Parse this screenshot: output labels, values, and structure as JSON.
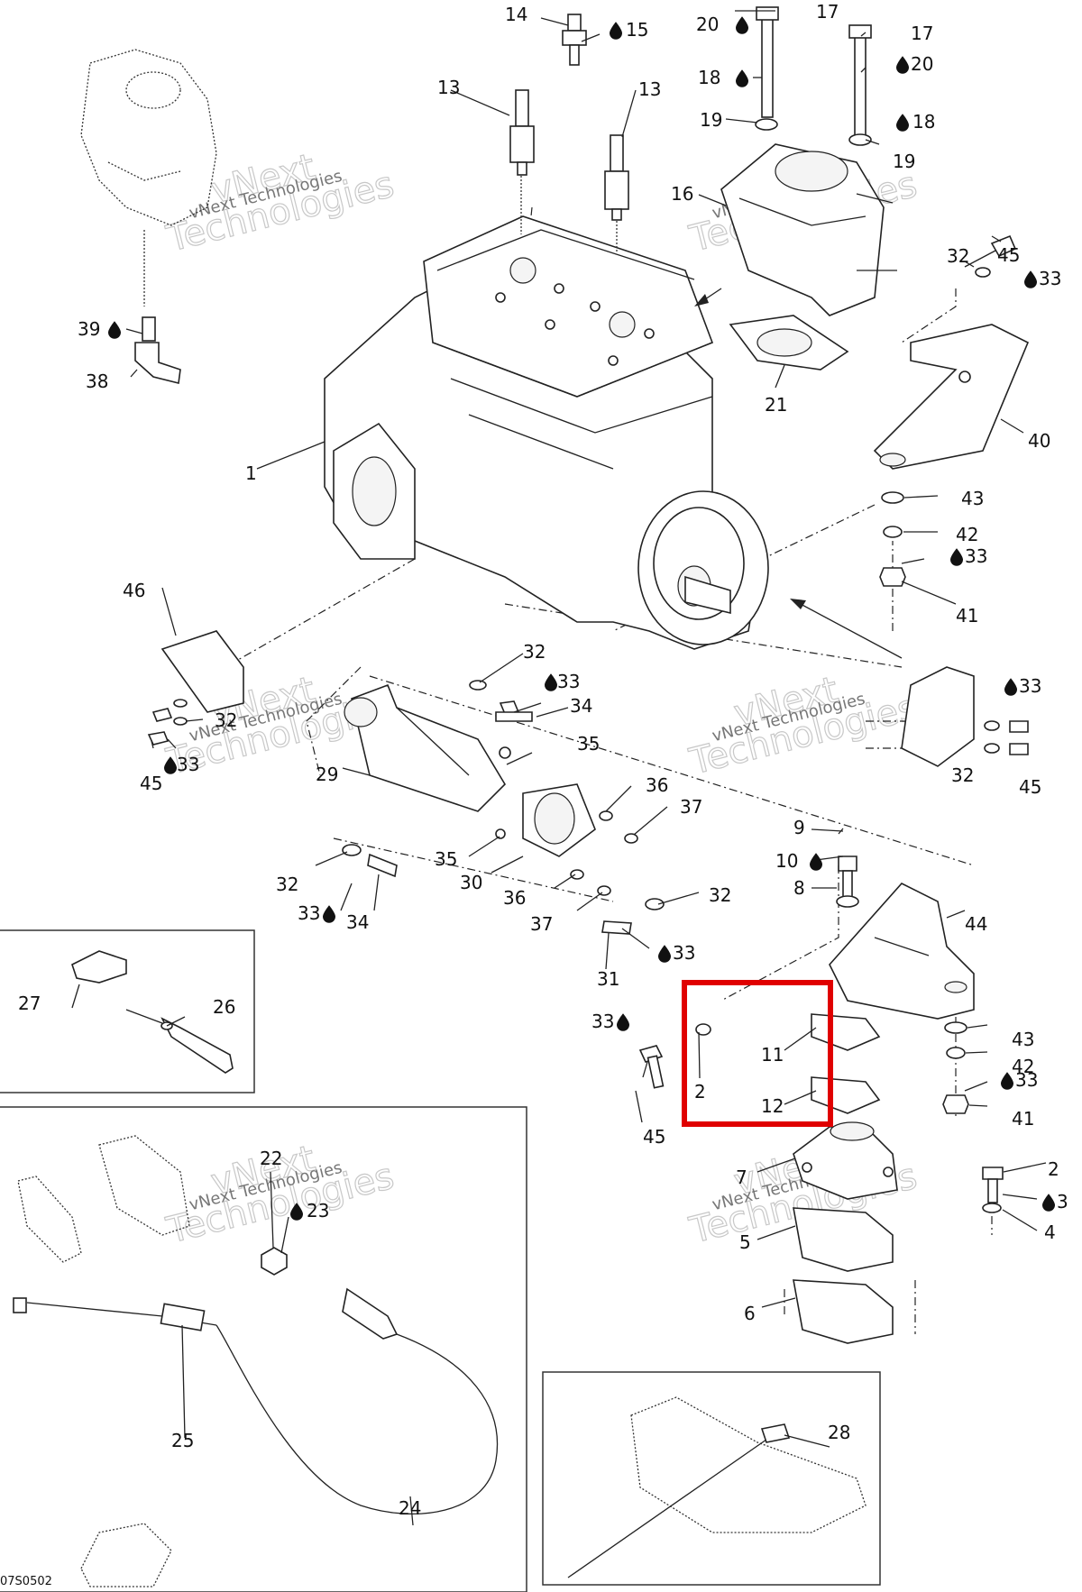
{
  "diagram_code": "07S0502",
  "watermark": {
    "line1": "vNext",
    "line2": "Technologies",
    "small": "vNext Technologies"
  },
  "colors": {
    "line": "#222222",
    "highlight": "#e00000",
    "watermark": "#c8c8c8"
  },
  "callouts": [
    {
      "id": "c1",
      "text": "1"
    },
    {
      "id": "c2a",
      "text": "2"
    },
    {
      "id": "c2b",
      "text": "2"
    },
    {
      "id": "c3",
      "text": "3"
    },
    {
      "id": "c4",
      "text": "4"
    },
    {
      "id": "c5",
      "text": "5"
    },
    {
      "id": "c6",
      "text": "6"
    },
    {
      "id": "c7",
      "text": "7"
    },
    {
      "id": "c8",
      "text": "8"
    },
    {
      "id": "c9",
      "text": "9"
    },
    {
      "id": "c10",
      "text": "10"
    },
    {
      "id": "c11",
      "text": "11"
    },
    {
      "id": "c12",
      "text": "12"
    },
    {
      "id": "c13a",
      "text": "13"
    },
    {
      "id": "c13b",
      "text": "13"
    },
    {
      "id": "c14",
      "text": "14"
    },
    {
      "id": "c15",
      "text": "15"
    },
    {
      "id": "c16",
      "text": "16"
    },
    {
      "id": "c17a",
      "text": "17"
    },
    {
      "id": "c17b",
      "text": "17"
    },
    {
      "id": "c18a",
      "text": "18"
    },
    {
      "id": "c18b",
      "text": "18"
    },
    {
      "id": "c19a",
      "text": "19"
    },
    {
      "id": "c19b",
      "text": "19"
    },
    {
      "id": "c20a",
      "text": "20"
    },
    {
      "id": "c20b",
      "text": "20"
    },
    {
      "id": "c21",
      "text": "21"
    },
    {
      "id": "c22",
      "text": "22"
    },
    {
      "id": "c23",
      "text": "23"
    },
    {
      "id": "c24",
      "text": "24"
    },
    {
      "id": "c25",
      "text": "25"
    },
    {
      "id": "c26",
      "text": "26"
    },
    {
      "id": "c27",
      "text": "27"
    },
    {
      "id": "c28",
      "text": "28"
    },
    {
      "id": "c29",
      "text": "29"
    },
    {
      "id": "c30",
      "text": "30"
    },
    {
      "id": "c31",
      "text": "31"
    },
    {
      "id": "c32a",
      "text": "32"
    },
    {
      "id": "c32b",
      "text": "32"
    },
    {
      "id": "c32c",
      "text": "32"
    },
    {
      "id": "c32d",
      "text": "32"
    },
    {
      "id": "c32e",
      "text": "32"
    },
    {
      "id": "c32f",
      "text": "32"
    },
    {
      "id": "c33a",
      "text": "33"
    },
    {
      "id": "c33b",
      "text": "33"
    },
    {
      "id": "c33c",
      "text": "33"
    },
    {
      "id": "c33d",
      "text": "33"
    },
    {
      "id": "c33e",
      "text": "33"
    },
    {
      "id": "c33f",
      "text": "33"
    },
    {
      "id": "c33g",
      "text": "33"
    },
    {
      "id": "c33h",
      "text": "33"
    },
    {
      "id": "c33i",
      "text": "33"
    },
    {
      "id": "c34a",
      "text": "34"
    },
    {
      "id": "c34b",
      "text": "34"
    },
    {
      "id": "c35a",
      "text": "35"
    },
    {
      "id": "c35b",
      "text": "35"
    },
    {
      "id": "c36a",
      "text": "36"
    },
    {
      "id": "c36b",
      "text": "36"
    },
    {
      "id": "c37a",
      "text": "37"
    },
    {
      "id": "c37b",
      "text": "37"
    },
    {
      "id": "c38",
      "text": "38"
    },
    {
      "id": "c39",
      "text": "39"
    },
    {
      "id": "c40",
      "text": "40"
    },
    {
      "id": "c41a",
      "text": "41"
    },
    {
      "id": "c41b",
      "text": "41"
    },
    {
      "id": "c42a",
      "text": "42"
    },
    {
      "id": "c42b",
      "text": "42"
    },
    {
      "id": "c43a",
      "text": "43"
    },
    {
      "id": "c43b",
      "text": "43"
    },
    {
      "id": "c44",
      "text": "44"
    },
    {
      "id": "c45a",
      "text": "45"
    },
    {
      "id": "c45b",
      "text": "45"
    },
    {
      "id": "c45c",
      "text": "45"
    },
    {
      "id": "c45d",
      "text": "45"
    },
    {
      "id": "c46",
      "text": "46"
    }
  ],
  "highlight_box": {
    "label": "selected-parts-11-12"
  }
}
